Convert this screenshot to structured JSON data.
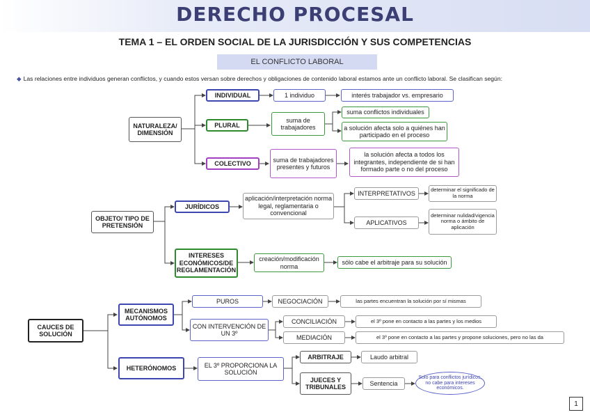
{
  "title": "DERECHO PROCESAL",
  "subtitle": "TEMA 1 – EL ORDEN SOCIAL DE LA JURISDICCIÓN Y SUS COMPETENCIAS",
  "banner": "EL CONFLICTO LABORAL",
  "intro": "Las relaciones entre individuos generan conflictos, y cuando estos versan sobre derechos y obligaciones de contenido laboral estamos ante un conflicto laboral. Se clasifican según:",
  "naturaleza": {
    "root": "NATURALEZA/ DIMENSIÓN",
    "individual": "INDIVIDUAL",
    "individual_1": "1 individuo",
    "individual_2": "interés trabajador vs. empresario",
    "plural": "PLURAL",
    "plural_1": "suma de trabajadores",
    "plural_2": "suma conflictos individuales",
    "plural_3": "a solución afecta solo a quiénes han participado en el proceso",
    "colectivo": "COLECTIVO",
    "colectivo_1": "suma de trabajadores presentes y futuros",
    "colectivo_2": "la solución afecta a todos los integrantes, independiente de si han formado parte o no del proceso"
  },
  "objeto": {
    "root": "OBJETO/ TIPO DE PRETENSIÓN",
    "juridicos": "JURÍDICOS",
    "juridicos_1": "aplicación/interpretación norma legal, reglamentaria o convencional",
    "interpretativos": "INTERPRETATIVOS",
    "interpretativos_1": "determinar el significado de la norma",
    "aplicativos": "APLICATIVOS",
    "aplicativos_1": "determinar nulidad/vigencia norma o ámbito de aplicación",
    "intereses": "INTERESES ECONÓMICOS/DE REGLAMENTACIÓN",
    "intereses_1": "creación/modificación norma",
    "intereses_2": "sólo cabe el arbitraje para su solución"
  },
  "cauces": {
    "root": "CAUCES DE SOLUCIÓN",
    "autonomos": "MECANISMOS AUTÓNOMOS",
    "puros": "PUROS",
    "negociacion": "NEGOCIACIÓN",
    "negociacion_1": "las partes encuentran la solución por sí mismas",
    "intervencion": "CON INTERVENCIÓN DE UN 3º",
    "conciliacion": "CONCILIACIÓN",
    "conciliacion_1": "el 3º pone en contacto a las partes y los medios",
    "mediacion": "MEDIACIÓN",
    "mediacion_1": "el 3º pone en contacto a las partes y propone soluciones, pero no las da",
    "heteronomos": "HETERÓNOMOS",
    "tercero": "EL 3º PROPORCIONA LA SOLUCIÓN",
    "arbitraje": "ARBITRAJE",
    "laudo": "Laudo arbitral",
    "jueces": "JUECES Y TRIBUNALES",
    "sentencia": "Sentencia",
    "nota": "Solo para conflictos jurídicos, no cabe para intereses económicos."
  },
  "page_number": "1",
  "colors": {
    "header": "#3b3f73",
    "banner": "#d3daf2",
    "blue": "#5a63c8",
    "green": "#2f8a2f",
    "purple": "#a23fc0"
  }
}
